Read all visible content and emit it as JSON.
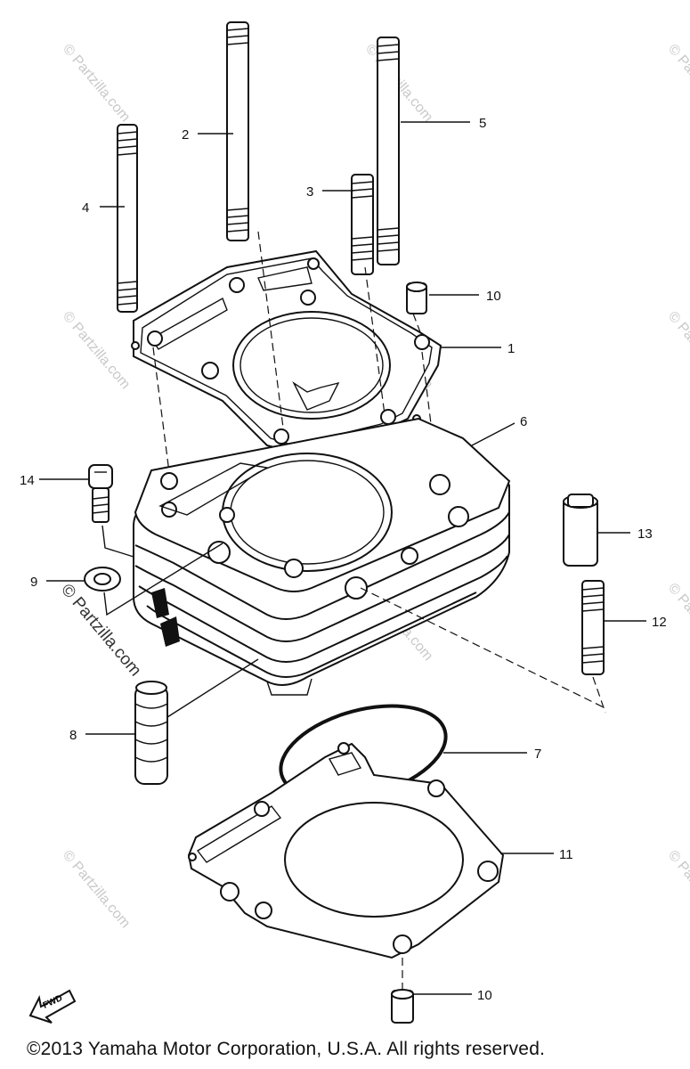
{
  "callouts": [
    {
      "id": "c1",
      "text": "1"
    },
    {
      "id": "c2",
      "text": "2"
    },
    {
      "id": "c3",
      "text": "3"
    },
    {
      "id": "c4",
      "text": "4"
    },
    {
      "id": "c5",
      "text": "5"
    },
    {
      "id": "c6",
      "text": "6"
    },
    {
      "id": "c7",
      "text": "7"
    },
    {
      "id": "c8",
      "text": "8"
    },
    {
      "id": "c9",
      "text": "9"
    },
    {
      "id": "c10a",
      "text": "10"
    },
    {
      "id": "c10b",
      "text": "10"
    },
    {
      "id": "c11",
      "text": "11"
    },
    {
      "id": "c12",
      "text": "12"
    },
    {
      "id": "c13",
      "text": "13"
    },
    {
      "id": "c14",
      "text": "14"
    }
  ],
  "watermark": {
    "text": "© Partzilla.com",
    "prominent_text": "© Partzilla.com"
  },
  "fwd_label": "FWD",
  "footer": {
    "copyright": "©2013  Yamaha Motor Corporation, U.S.A. All rights reserved."
  },
  "colors": {
    "ink": "#111111",
    "watermark": "#c9c9c9",
    "background": "#ffffff"
  }
}
